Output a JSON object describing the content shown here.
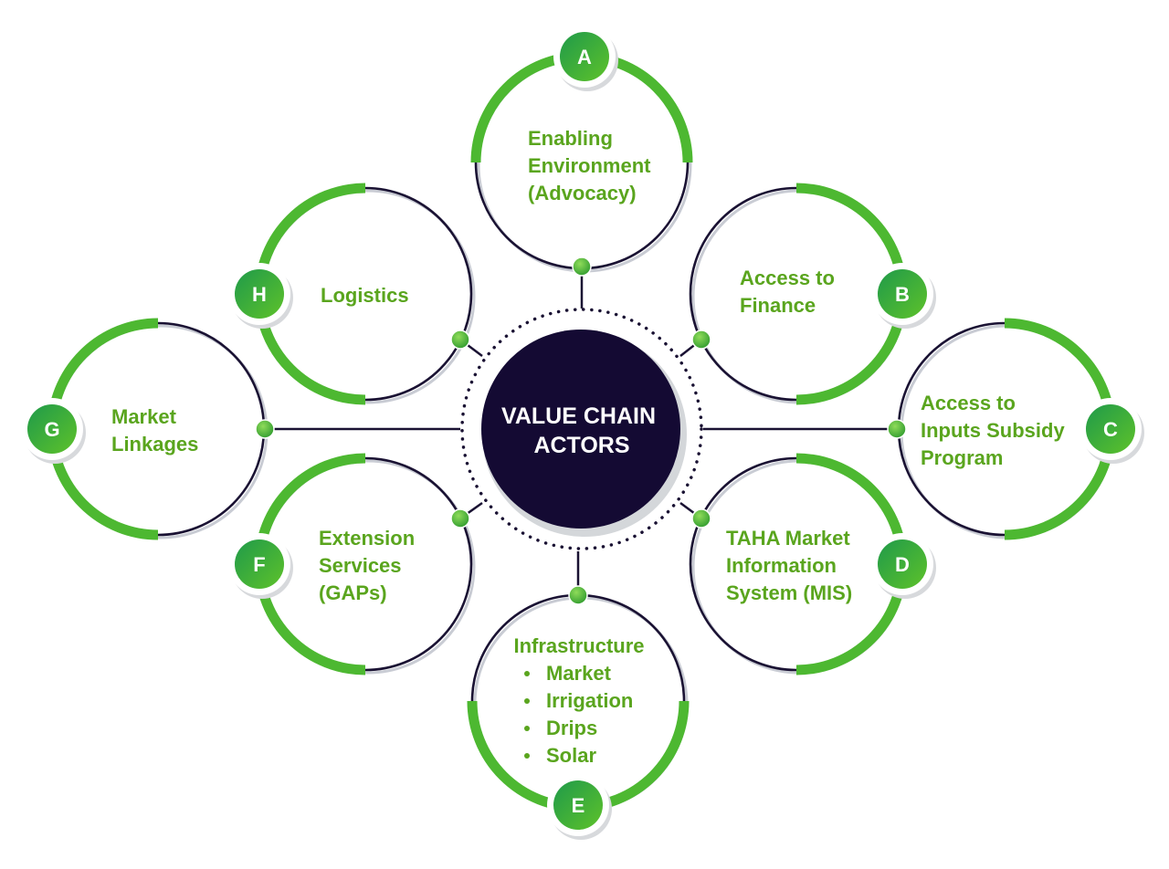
{
  "diagram": {
    "center": {
      "lines": [
        "VALUE CHAIN",
        "ACTORS"
      ]
    },
    "nodes": [
      {
        "id": "a",
        "letter": "A",
        "lines": [
          "Enabling",
          "Environment",
          "(Advocacy)"
        ]
      },
      {
        "id": "b",
        "letter": "B",
        "lines": [
          "Access to",
          "Finance"
        ]
      },
      {
        "id": "c",
        "letter": "C",
        "lines": [
          "Access to",
          "Inputs Subsidy",
          "Program"
        ]
      },
      {
        "id": "d",
        "letter": "D",
        "lines": [
          "TAHA Market",
          "Information",
          "System (MIS)"
        ]
      },
      {
        "id": "e",
        "letter": "E",
        "lines": [
          "Infrastructure",
          "Market",
          "Irrigation",
          "Drips",
          "Solar"
        ]
      },
      {
        "id": "f",
        "letter": "F",
        "lines": [
          "Extension",
          "Services",
          "(GAPs)"
        ]
      },
      {
        "id": "g",
        "letter": "G",
        "lines": [
          "Market",
          "Linkages"
        ]
      },
      {
        "id": "h",
        "letter": "H",
        "lines": [
          "Logistics"
        ]
      }
    ],
    "colors": {
      "center_fill": "#140a33",
      "ring_dark": "#1a1233",
      "ring_green": "#4db831",
      "text_green": "#5aa51e",
      "badge_start": "#1f9a4a",
      "badge_end": "#5ec22a"
    }
  }
}
